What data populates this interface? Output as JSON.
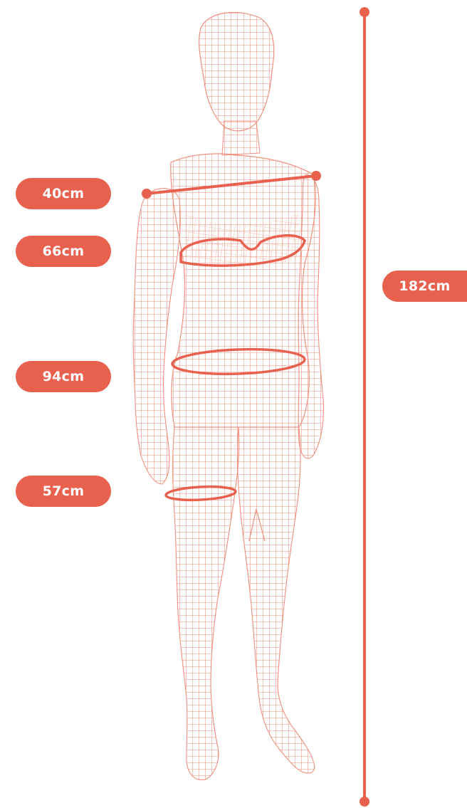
{
  "accent_color": "#e8614f",
  "mesh_color": "#f0907f",
  "figure": {
    "icon": "human-body-wireframe"
  },
  "measurements": {
    "shoulder": "40cm",
    "chest": "66cm",
    "hip": "94cm",
    "thigh": "57cm",
    "height": "182cm"
  }
}
